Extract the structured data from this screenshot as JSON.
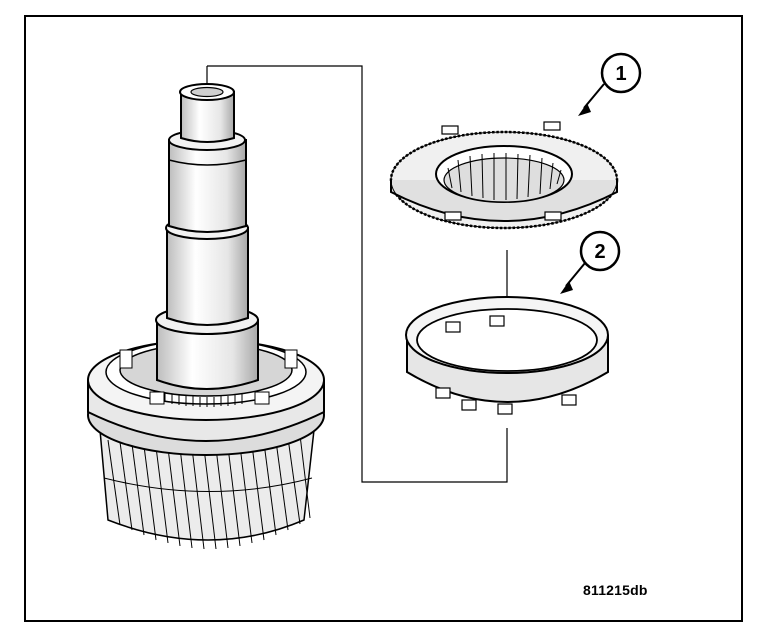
{
  "figure": {
    "code": "811215db",
    "callouts": [
      {
        "number": "1",
        "points_to": "gear-ring"
      },
      {
        "number": "2",
        "points_to": "retaining-ring"
      }
    ]
  },
  "colors": {
    "line": "#000000",
    "paper": "#ffffff",
    "shade": "#d9d9d9",
    "shade_dark": "#9a9a9a"
  }
}
